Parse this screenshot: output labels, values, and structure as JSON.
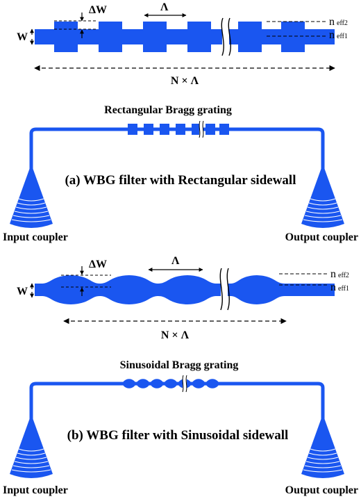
{
  "colors": {
    "waveguide": "#1a56f0",
    "ink": "#000000",
    "background": "#ffffff"
  },
  "panel_a": {
    "delta_w": "ΔW",
    "width": "W",
    "period": "Λ",
    "length": "N × Λ",
    "n_eff2_main": "n",
    "n_eff2_sub": "eff2",
    "n_eff1_main": "n",
    "n_eff1_sub": "eff1",
    "grating_title": "Rectangular Bragg grating",
    "caption": "(a) WBG filter with Rectangular sidewall",
    "input_label": "Input coupler",
    "output_label": "Output coupler"
  },
  "panel_b": {
    "delta_w": "ΔW",
    "width": "W",
    "period": "Λ",
    "length": "N × Λ",
    "n_eff2_main": "n",
    "n_eff2_sub": "eff2",
    "n_eff1_main": "n",
    "n_eff1_sub": "eff1",
    "grating_title": "Sinusoidal Bragg grating",
    "caption": "(b) WBG filter with Sinusoidal sidewall",
    "input_label": "Input coupler",
    "output_label": "Output coupler"
  }
}
